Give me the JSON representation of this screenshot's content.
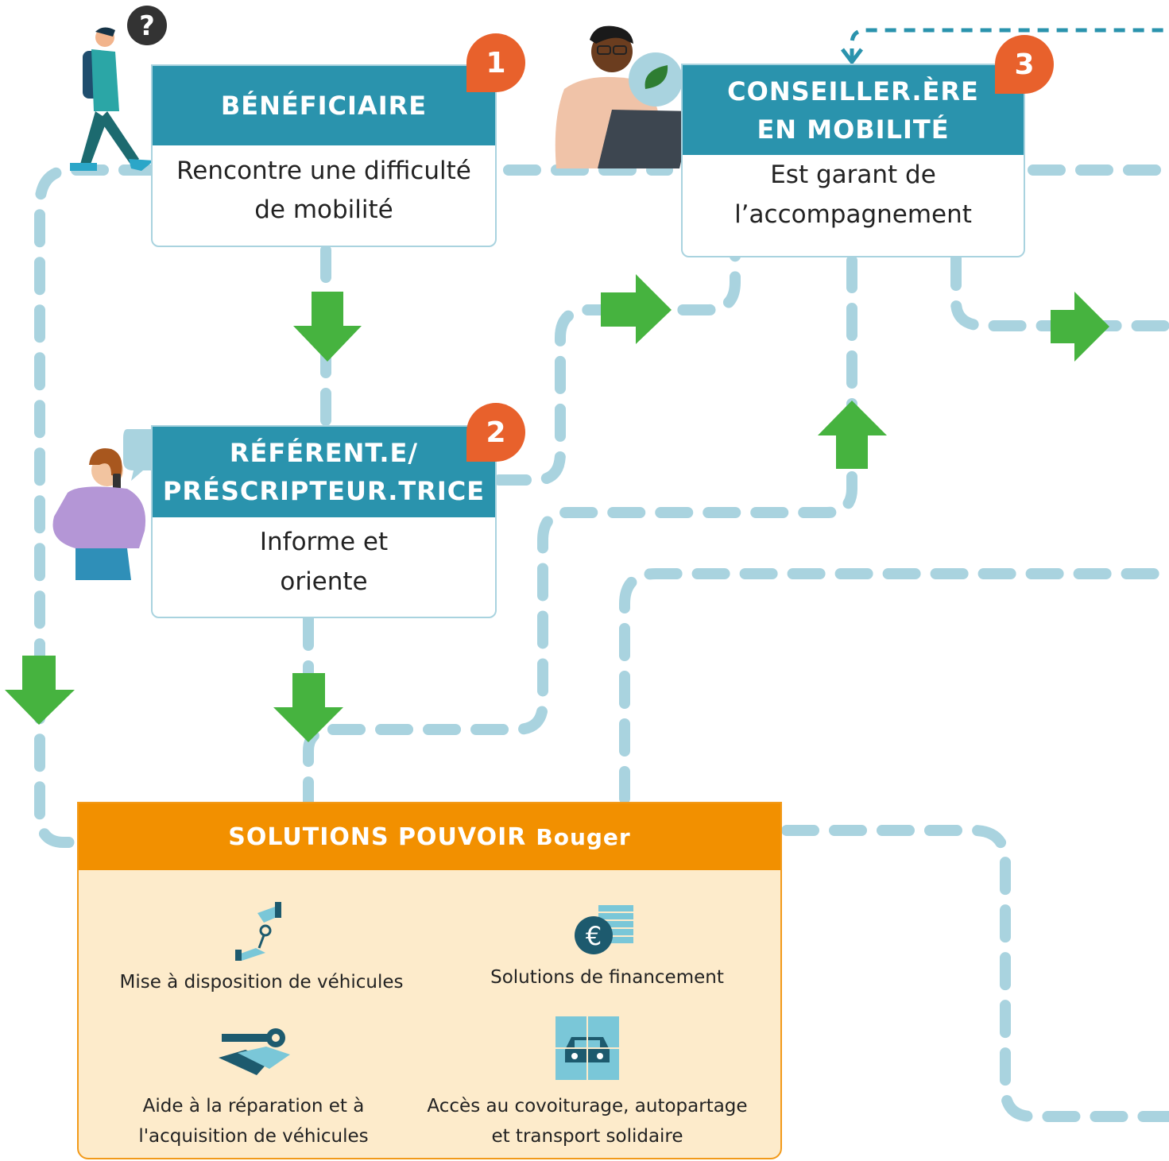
{
  "beneficiaire": {
    "number": "1",
    "title": "BÉNÉFICIAIRE",
    "line1": "Rencontre une difficulté",
    "line2": "de mobilité"
  },
  "referent": {
    "number": "2",
    "title_line1": "RÉFÉRENT.E/",
    "title_line2": "PRÉSCRIPTEUR.TRICE",
    "line1": "Informe et",
    "line2": "oriente"
  },
  "conseiller": {
    "number": "3",
    "title_line1": "CONSEILLER.ÈRE",
    "title_line2": "EN MOBILITÉ",
    "line1": "Est garant de",
    "line2": "l’accompagnement"
  },
  "solutions": {
    "title_caps": "SOLUTIONS POUVOIR",
    "title_word": "Bouger",
    "items": [
      {
        "label": "Mise à disposition de véhicules",
        "icon": "key-hand-icon"
      },
      {
        "label": "Solutions de financement",
        "icon": "euro-coins-icon"
      },
      {
        "label_line1": "Aide à la réparation et à",
        "label_line2": "l'acquisition  de véhicules",
        "icon": "wrench-handshake-icon"
      },
      {
        "label_line1": "Accès au covoiturage, autopartage",
        "label_line2": "et transport solidaire",
        "icon": "car-puzzle-icon"
      }
    ]
  },
  "question_mark": "?",
  "colors": {
    "teal": "#2a93ad",
    "dash": "#a9d3df",
    "arrow": "#46b33f",
    "orange": "#f29000",
    "badge": "#e8612c",
    "cream": "#fdebcb"
  }
}
